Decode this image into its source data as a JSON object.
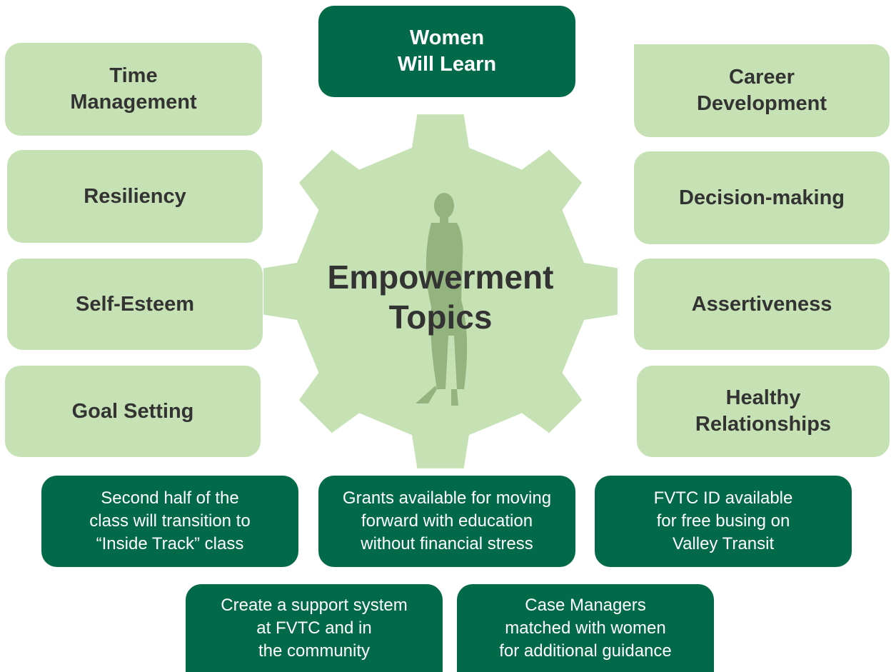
{
  "center": {
    "title": "Empowerment\nTopics"
  },
  "header": {
    "label": "Women\nWill Learn"
  },
  "topics": {
    "time_management": "Time\nManagement",
    "resiliency": "Resiliency",
    "self_esteem": "Self-Esteem",
    "goal_setting": "Goal Setting",
    "career_development": "Career\nDevelopment",
    "decision_making": "Decision-making",
    "assertiveness": "Assertiveness",
    "healthy_relationships": "Healthy\nRelationships"
  },
  "info": {
    "inside_track": "Second half of the\nclass will transition to\n“Inside Track” class",
    "grants": "Grants available for moving\nforward with education\nwithout financial stress",
    "fvtc_id": "FVTC ID available\nfor free busing on\nValley Transit",
    "support_system": "Create a support system\nat FVTC  and in\nthe community",
    "case_managers": "Case Managers\nmatched with women\nfor additional guidance"
  },
  "colors": {
    "dark_green": "#026a49",
    "light_green": "#c6e2b4",
    "gear": "#c6e2b4",
    "silhouette": "#94b47f",
    "text_dark": "#333333"
  },
  "icons": {
    "gear": "gear-icon",
    "silhouette": "woman-silhouette-icon"
  }
}
